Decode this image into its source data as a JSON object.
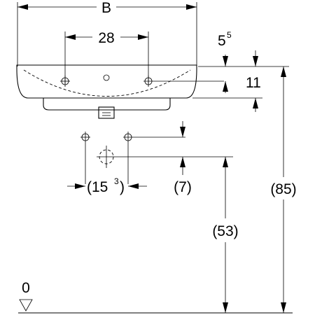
{
  "dimensions": {
    "width_label": "B",
    "tap_hole_spacing": "28",
    "rim_offset_base": "5",
    "rim_offset_sup": "5",
    "rim_height": "11",
    "supply_spacing_open": "(15",
    "supply_spacing_sup": "3",
    "supply_spacing_close": ")",
    "supply_offset": "(7)",
    "waste_height": "(53)",
    "rim_total_height": "(85)",
    "floor_level": "0"
  }
}
